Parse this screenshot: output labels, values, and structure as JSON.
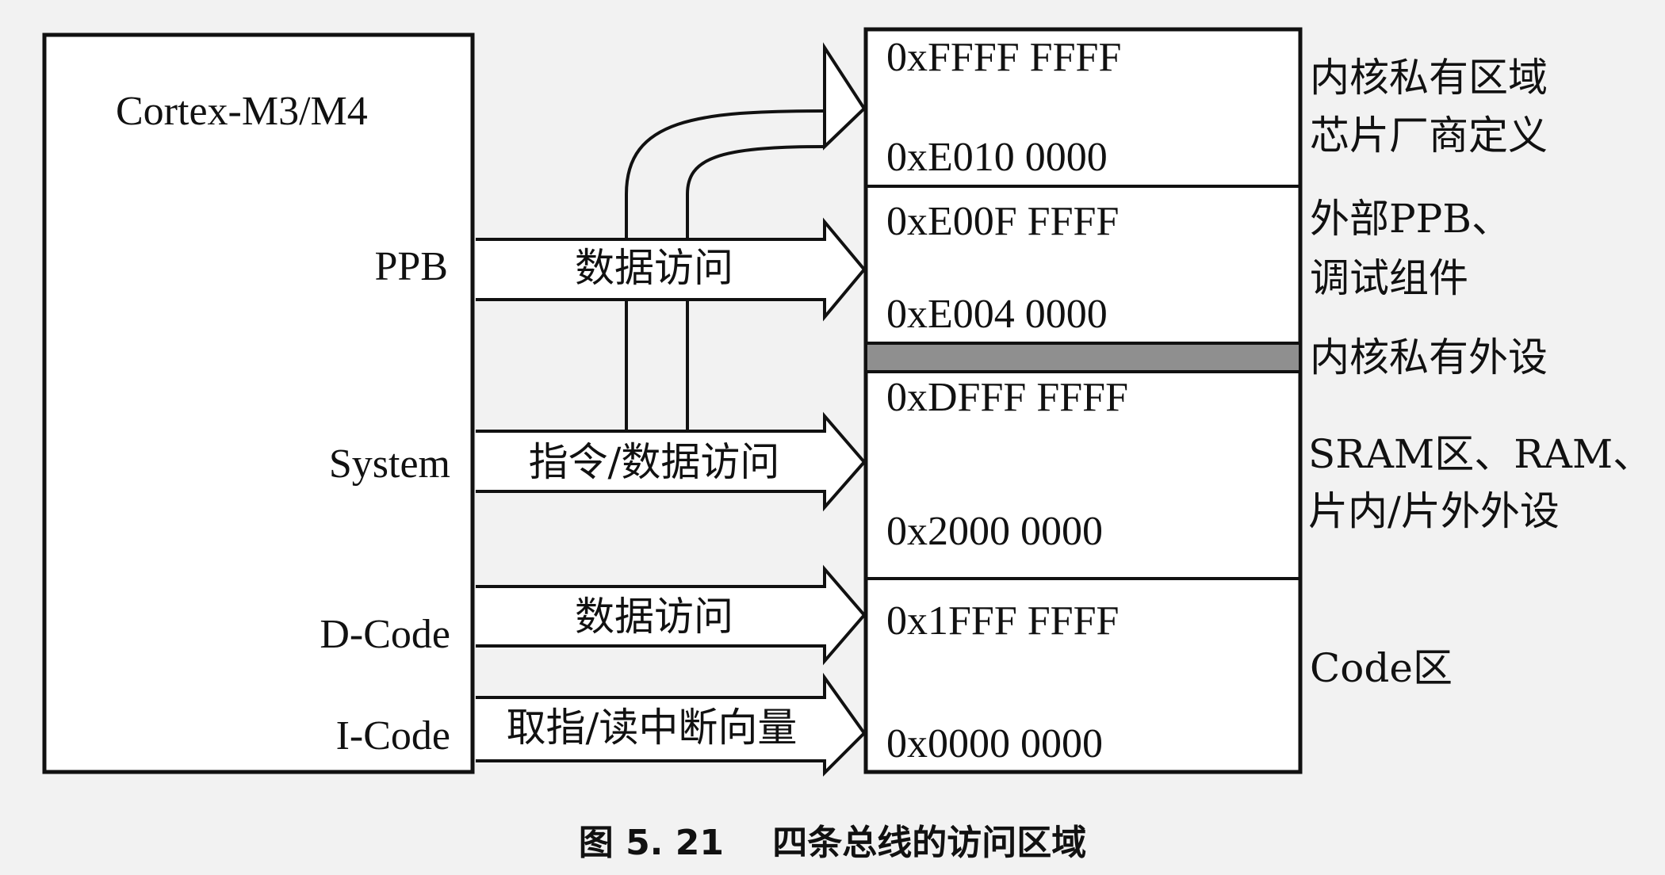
{
  "cpu": {
    "label": "Cortex-M3/M4",
    "buses": {
      "ppb": "PPB",
      "system": "System",
      "dcode": "D-Code",
      "icode": "I-Code"
    }
  },
  "access": {
    "ppb": "数据访问",
    "system": "指令/数据访问",
    "dcode": "数据访问",
    "icode": "取指/读中断向量"
  },
  "memory": {
    "vendor": {
      "top": "0xFFFF FFFF",
      "bottom": "0xE010 0000"
    },
    "ppb": {
      "top": "0xE00F FFFF",
      "bottom": "0xE004 0000"
    },
    "sram": {
      "top": "0xDFFF FFFF",
      "bottom": "0x2000 0000"
    },
    "code": {
      "top": "0x1FFF FFFF",
      "bottom": "0x0000 0000"
    }
  },
  "region_labels": {
    "vendor_line1": "内核私有区域",
    "vendor_line2": "芯片厂商定义",
    "ppb_line1": "外部PPB、",
    "ppb_line2": "调试组件",
    "private": "内核私有外设",
    "sram_line1": "SRAM区、RAM、",
    "sram_line2": "片内/片外外设",
    "code": "Code区"
  },
  "caption": "图 5. 21    四条总线的访问区域",
  "colors": {
    "private_band": "#8f8f8f",
    "line": "#111111"
  }
}
